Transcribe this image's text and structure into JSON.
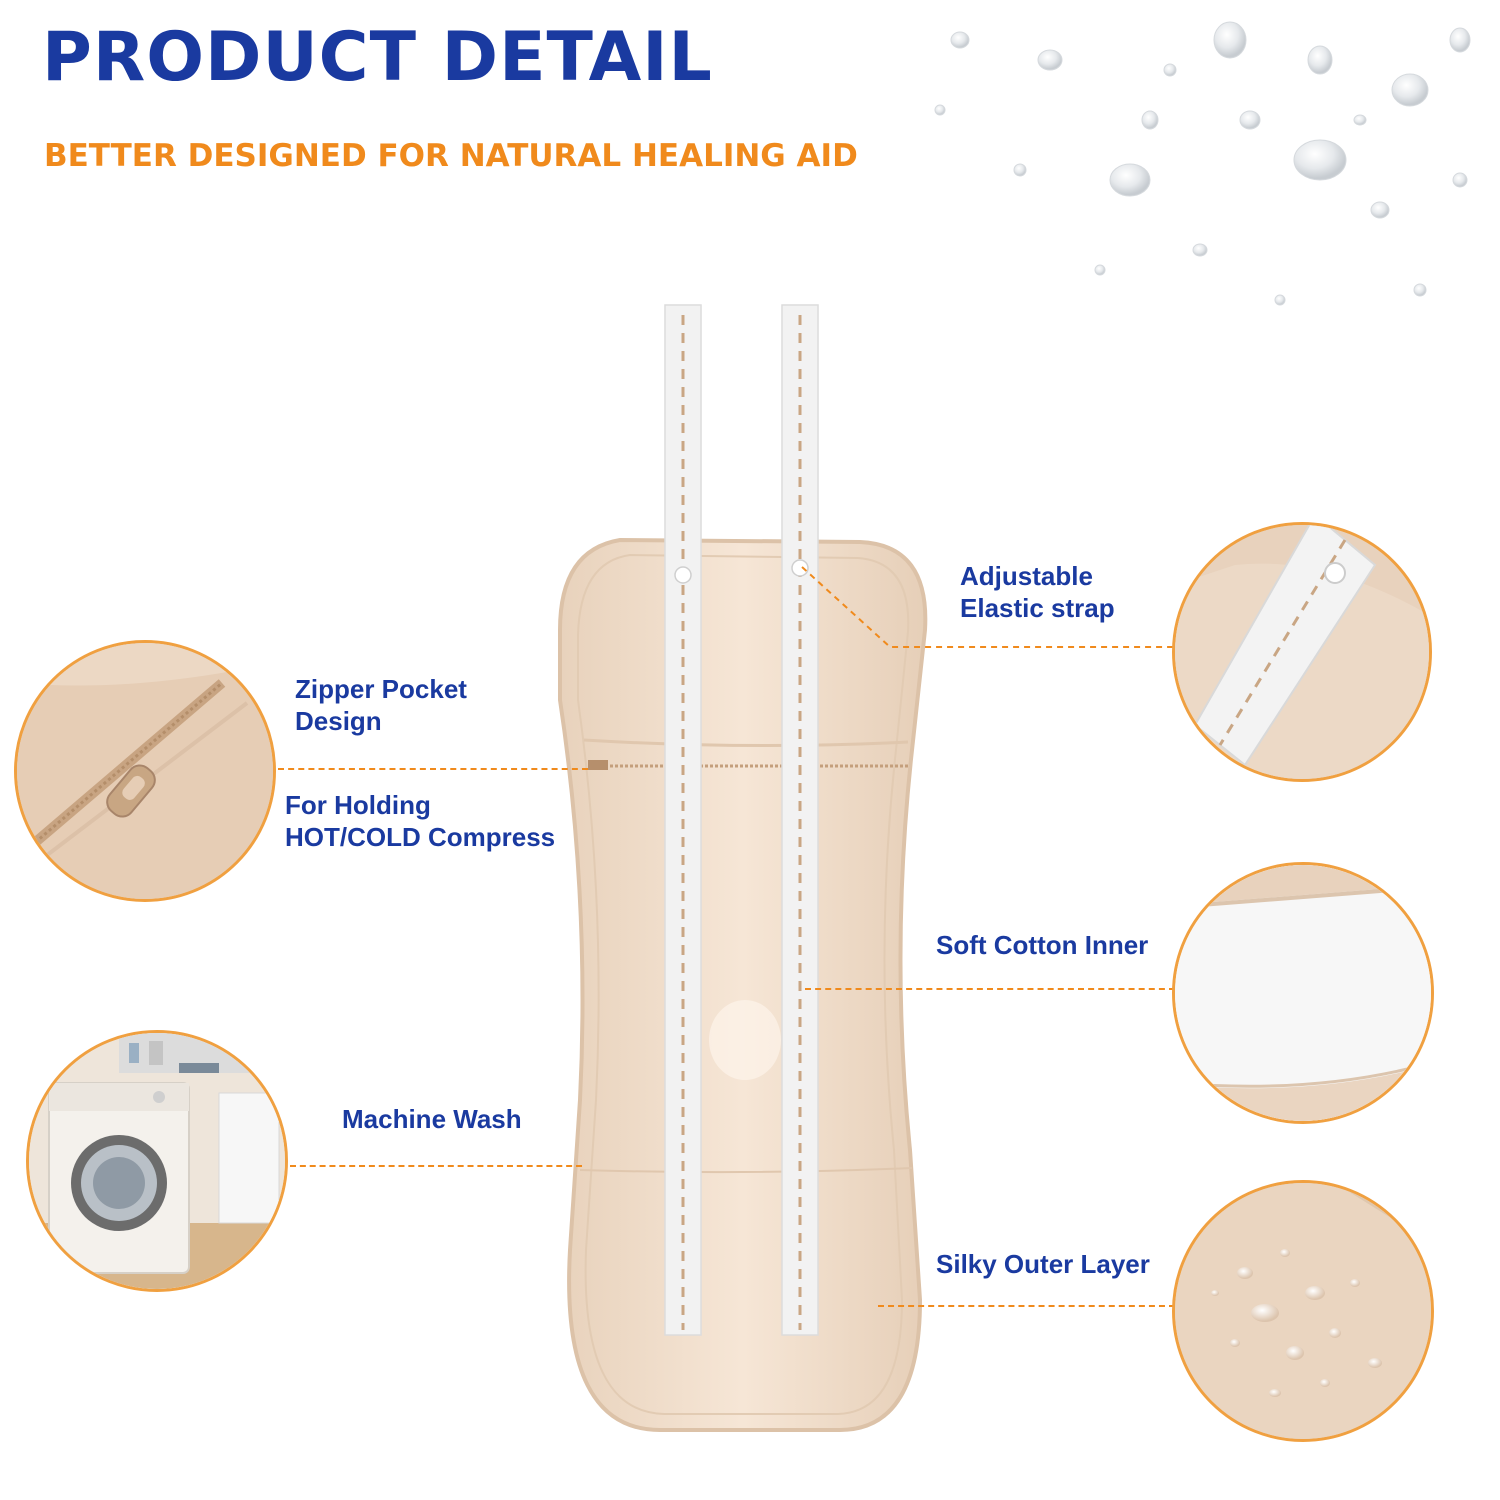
{
  "header": {
    "title": "PRODUCT DETAIL",
    "subtitle": "BETTER DESIGNED FOR NATURAL HEALING AID"
  },
  "callouts": {
    "adjustable": {
      "line1": "Adjustable",
      "line2": "Elastic strap"
    },
    "zipper": {
      "line1": "Zipper Pocket",
      "line2": "Design"
    },
    "holding": {
      "line1": "For Holding",
      "line2": "HOT/COLD Compress"
    },
    "cotton": {
      "label": "Soft Cotton Inner"
    },
    "wash": {
      "label": "Machine Wash"
    },
    "silky": {
      "label": "Silky Outer Layer"
    }
  },
  "colors": {
    "title": "#1a3aa0",
    "accent": "#f08a1c",
    "fabric": "#f0ddc9",
    "strap": "#f2f2f2"
  }
}
